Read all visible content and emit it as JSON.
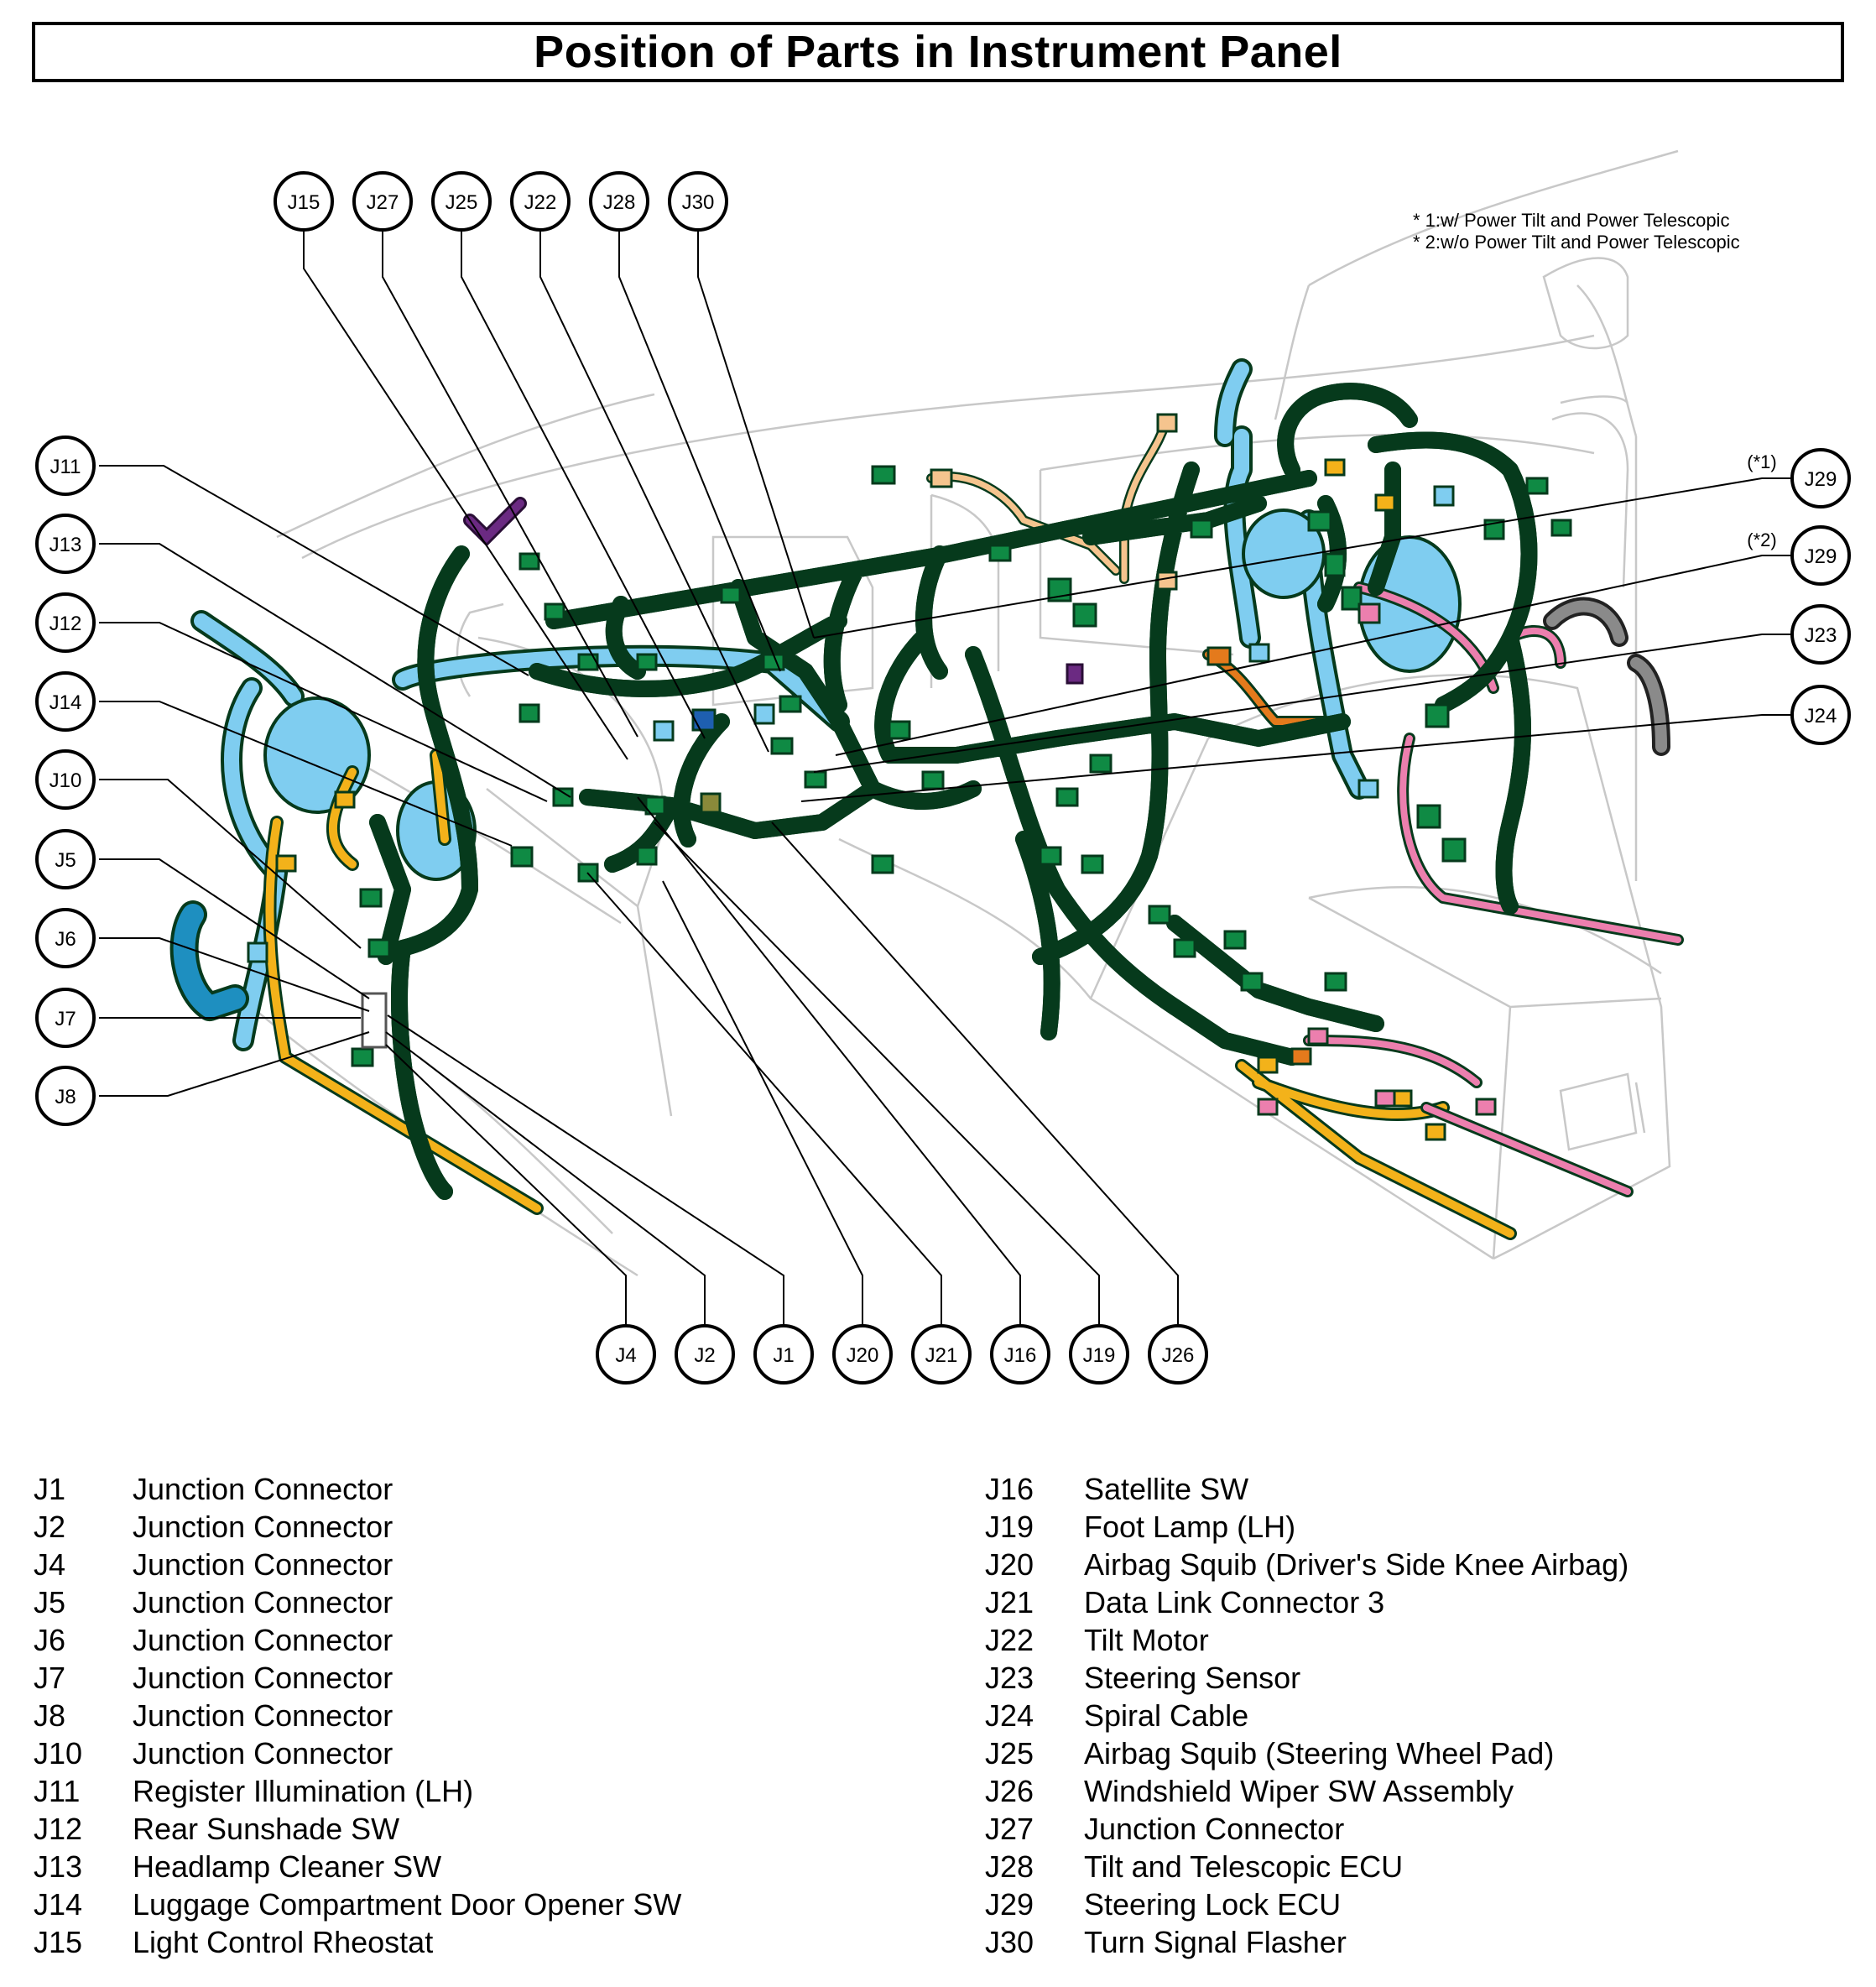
{
  "title": "Position of Parts in Instrument Panel",
  "notes": [
    "* 1:w/ Power Tilt and Power Telescopic",
    "* 2:w/o Power Tilt and Power Telescopic"
  ],
  "tags": {
    "star1": "(*1)",
    "star2": "(*2)"
  },
  "callouts_top": [
    "J15",
    "J27",
    "J25",
    "J22",
    "J28",
    "J30"
  ],
  "callouts_left": [
    "J11",
    "J13",
    "J12",
    "J14",
    "J10",
    "J5",
    "J6",
    "J7",
    "J8"
  ],
  "callouts_right": [
    "J29",
    "J29",
    "J23",
    "J24"
  ],
  "callouts_bottom": [
    "J4",
    "J2",
    "J1",
    "J20",
    "J21",
    "J16",
    "J19",
    "J26"
  ],
  "legend_left": [
    {
      "code": "J1",
      "name": "Junction Connector"
    },
    {
      "code": "J2",
      "name": "Junction Connector"
    },
    {
      "code": "J4",
      "name": "Junction Connector"
    },
    {
      "code": "J5",
      "name": "Junction Connector"
    },
    {
      "code": "J6",
      "name": "Junction Connector"
    },
    {
      "code": "J7",
      "name": "Junction Connector"
    },
    {
      "code": "J8",
      "name": "Junction Connector"
    },
    {
      "code": "J10",
      "name": "Junction Connector"
    },
    {
      "code": "J11",
      "name": "Register Illumination (LH)"
    },
    {
      "code": "J12",
      "name": "Rear Sunshade SW"
    },
    {
      "code": "J13",
      "name": "Headlamp Cleaner SW"
    },
    {
      "code": "J14",
      "name": "Luggage Compartment Door Opener SW"
    },
    {
      "code": "J15",
      "name": "Light Control Rheostat"
    }
  ],
  "legend_right": [
    {
      "code": "J16",
      "name": "Satellite SW"
    },
    {
      "code": "J19",
      "name": "Foot Lamp (LH)"
    },
    {
      "code": "J20",
      "name": "Airbag Squib (Driver's Side Knee Airbag)"
    },
    {
      "code": "J21",
      "name": "Data Link Connector 3"
    },
    {
      "code": "J22",
      "name": "Tilt Motor"
    },
    {
      "code": "J23",
      "name": "Steering Sensor"
    },
    {
      "code": "J24",
      "name": "Spiral Cable"
    },
    {
      "code": "J25",
      "name": "Airbag Squib (Steering Wheel Pad)"
    },
    {
      "code": "J26",
      "name": "Windshield Wiper SW Assembly"
    },
    {
      "code": "J27",
      "name": "Junction Connector"
    },
    {
      "code": "J28",
      "name": "Tilt and Telescopic ECU"
    },
    {
      "code": "J29",
      "name": "Steering Lock ECU"
    },
    {
      "code": "J30",
      "name": "Turn Signal Flasher"
    }
  ],
  "colors": {
    "harness_main": "#0f8a44",
    "harness_outline": "#063a1c",
    "harness_blue": "#7fcdf0",
    "harness_orange": "#f3b21a",
    "harness_pink": "#ec7fae",
    "harness_peach": "#f5c48e",
    "harness_purple": "#6b2a82",
    "harness_gray": "#8a8a8a",
    "panel_outline": "#c8c8c8"
  }
}
